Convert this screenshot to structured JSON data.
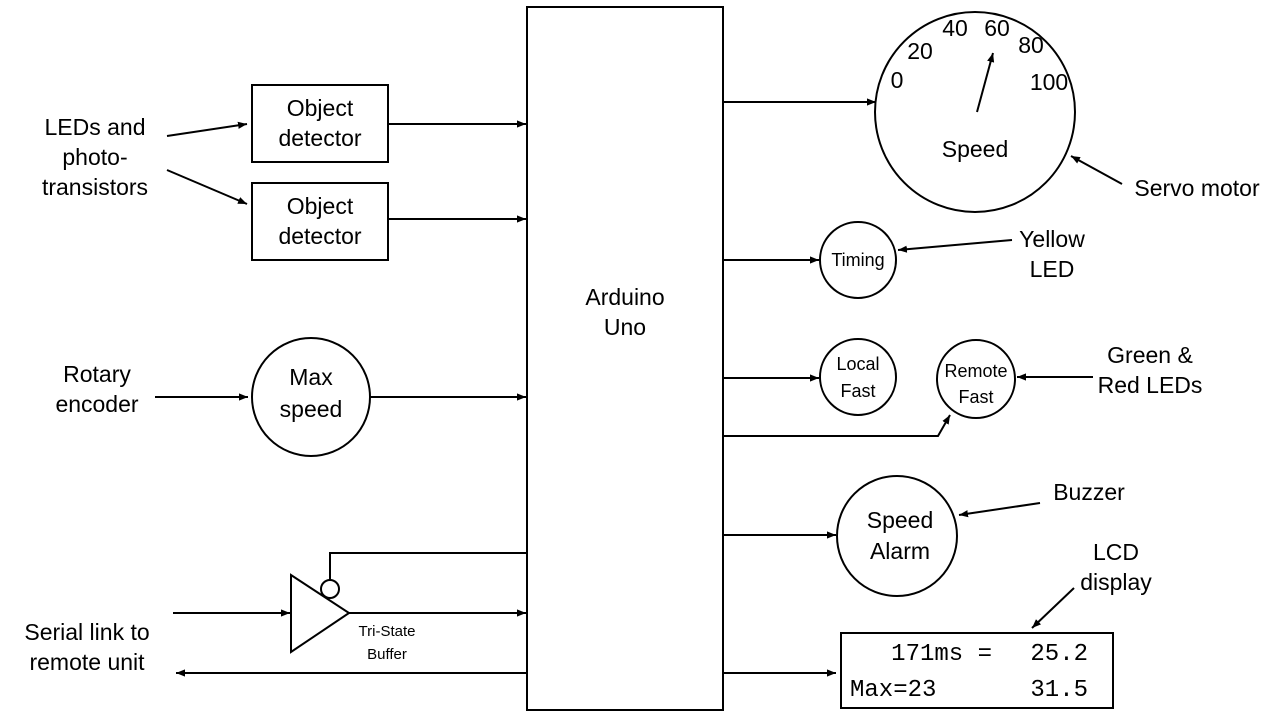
{
  "inputs": {
    "leds_line1": "LEDs and",
    "leds_line2": "photo-",
    "leds_line3": "transistors",
    "rotary_line1": "Rotary",
    "rotary_line2": "encoder",
    "serial_line1": "Serial link to",
    "serial_line2": "remote unit"
  },
  "blocks": {
    "object_detector_1": [
      "Object",
      "detector"
    ],
    "object_detector_2": [
      "Object",
      "detector"
    ],
    "max_speed": [
      "Max",
      "speed"
    ],
    "tri_state_buffer": [
      "Tri-State",
      "Buffer"
    ],
    "arduino": [
      "Arduino",
      "Uno"
    ]
  },
  "outputs": {
    "gauge_ticks": [
      "0",
      "20",
      "40",
      "60",
      "80",
      "100"
    ],
    "gauge_label": "Speed",
    "servo_motor": "Servo motor",
    "timing": "Timing",
    "yellow_led": [
      "Yellow",
      "LED"
    ],
    "local_fast": [
      "Local",
      "Fast"
    ],
    "remote_fast": [
      "Remote",
      "Fast"
    ],
    "green_red_leds": [
      "Green &",
      "Red LEDs"
    ],
    "speed_alarm": [
      "Speed",
      "Alarm"
    ],
    "buzzer": "Buzzer",
    "lcd_label": [
      "LCD",
      "display"
    ],
    "lcd_rows": [
      {
        "left": "171ms =",
        "right": "25.2"
      },
      {
        "left": "Max=23",
        "right": "31.5"
      }
    ]
  }
}
